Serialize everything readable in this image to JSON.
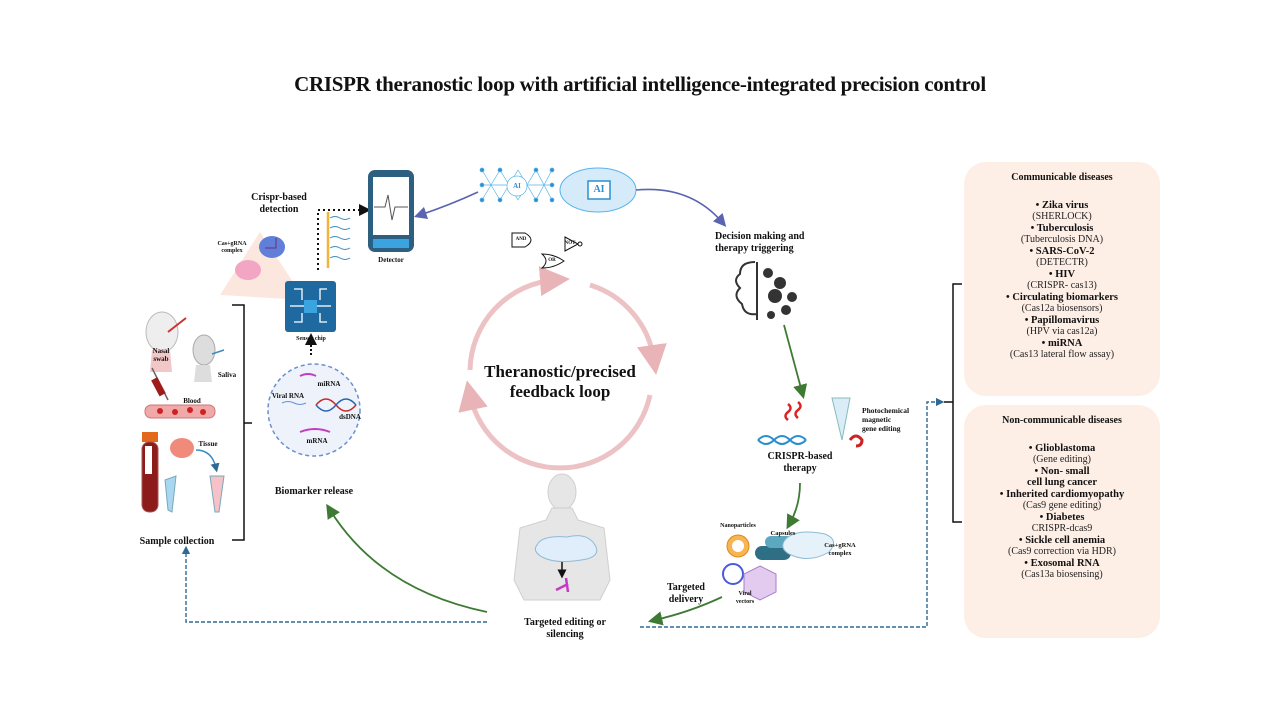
{
  "title": "CRISPR theranostic loop with artificial intelligence-integrated precision control",
  "center": {
    "line1": "Theranostic/precised",
    "line2": "feedback loop"
  },
  "sample_collection": {
    "label": "Sample  collection",
    "items": [
      "Nasal swab",
      "Saliva",
      "Blood",
      "Tissue"
    ]
  },
  "biomarker_release": {
    "label": "Biomarker release",
    "items": [
      "miRNA",
      "Viral RNA",
      "dsDNA",
      "mRNA"
    ]
  },
  "sensor_chip": {
    "label": "Sensor chip"
  },
  "detection": {
    "line1": "Crispr-based",
    "line2": "detection",
    "complex_line1": "Cas+gRNA",
    "complex_line2": "complex"
  },
  "detector": {
    "label": "Detector"
  },
  "ai": {
    "badge1": "AI",
    "badge2": "AI",
    "gates": [
      "AND",
      "NOT",
      "OR"
    ]
  },
  "decision": {
    "line1": "Decision making and",
    "line2": "therapy triggering"
  },
  "therapy": {
    "line1": "CRISPR-based",
    "line2": "therapy",
    "photo_line1": "Photochemical",
    "photo_line2": "magnetic",
    "photo_line3": "gene editing"
  },
  "delivery": {
    "nanoparticles": "Nanoparticles",
    "capsules": "Capsules",
    "complex_line1": "Cas+gRNA",
    "complex_line2": "complex",
    "viral_line1": "Viral",
    "viral_line2": "vectors",
    "targeted_line1": "Targeted",
    "targeted_line2": "delivery"
  },
  "editing": {
    "line1": "Targeted editing or",
    "line2": "silencing"
  },
  "communicable": {
    "heading": "Communicable diseases",
    "items": [
      {
        "name": "Zika virus",
        "detail": "(SHERLOCK)"
      },
      {
        "name": "Tuberculosis",
        "detail": "(Tuberculosis DNA)"
      },
      {
        "name": "SARS-CoV-2",
        "detail": "(DETECTR)"
      },
      {
        "name": "HIV",
        "detail": "(CRISPR- cas13)"
      },
      {
        "name": "Circulating biomarkers",
        "detail": "(Cas12a biosensors)"
      },
      {
        "name": "Papillomavirus",
        "detail": "(HPV via cas12a)"
      },
      {
        "name": "miRNA",
        "detail": "(Cas13 lateral flow assay)"
      }
    ]
  },
  "noncommunicable": {
    "heading": "Non-communicable diseases",
    "items": [
      {
        "name": "Glioblastoma",
        "detail": "(Gene editing)"
      },
      {
        "name": "Non- small",
        "name2": "cell lung cancer"
      },
      {
        "name": "Inherited cardiomyopathy",
        "detail": "(Cas9 gene editing)"
      },
      {
        "name": "Diabetes",
        "detail": "CRISPR-dcas9"
      },
      {
        "name": "Sickle cell anemia",
        "detail": "(Cas9 correction via HDR)"
      },
      {
        "name": "Exosomal RNA",
        "detail": "(Cas13a  biosensing)"
      }
    ]
  },
  "colors": {
    "panel_bg": "#fdeee6",
    "chip_blue": "#1e6aa0",
    "ai_blue": "#3aa3e0",
    "arrow_green": "#3f7a35",
    "arrow_purple": "#5a64b0",
    "loop_pink": "#e8b4b8",
    "dashed_blue": "#2e6a96"
  }
}
